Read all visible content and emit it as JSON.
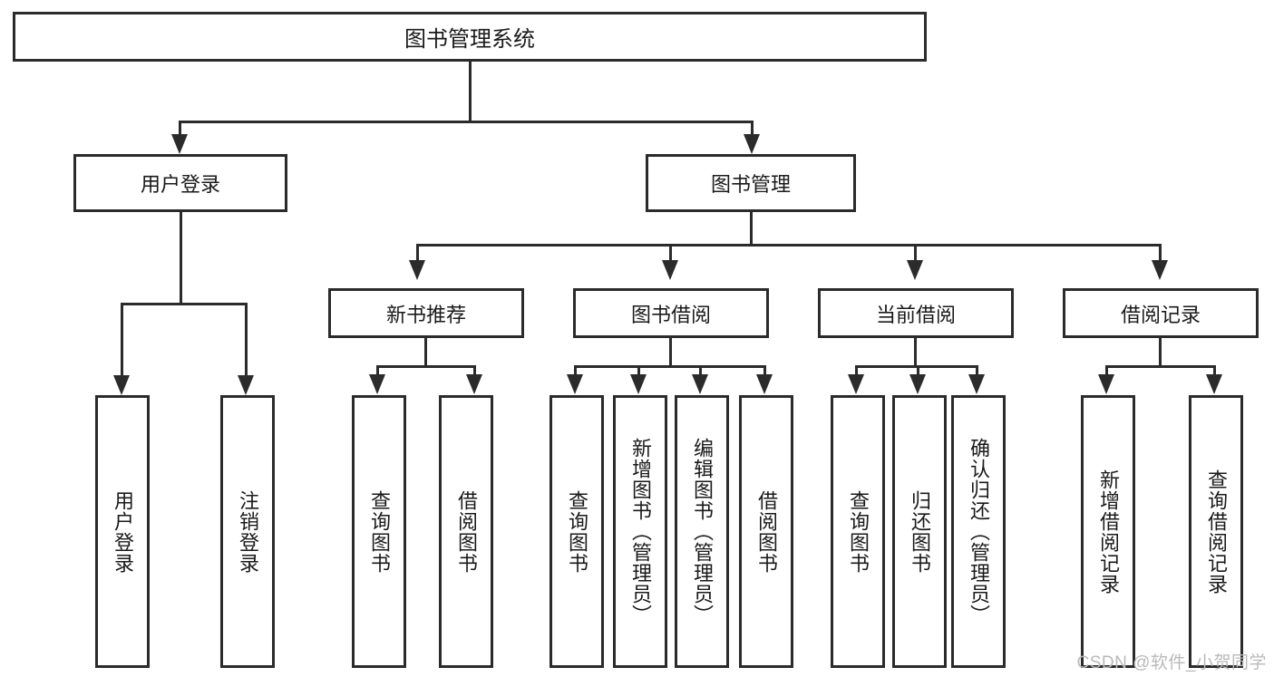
{
  "diagram": {
    "type": "tree-hierarchy",
    "root": {
      "label": "图书管理系统"
    },
    "level1": [
      {
        "label": "用户登录"
      },
      {
        "label": "图书管理"
      }
    ],
    "level2": [
      {
        "label": "新书推荐"
      },
      {
        "label": "图书借阅"
      },
      {
        "label": "当前借阅"
      },
      {
        "label": "借阅记录"
      }
    ],
    "leaves": {
      "user_login": [
        {
          "label": "用户登录"
        },
        {
          "label": "注销登录"
        }
      ],
      "new_book_recommend": [
        {
          "label": "查询图书"
        },
        {
          "label": "借阅图书"
        }
      ],
      "book_borrow": [
        {
          "label": "查询图书"
        },
        {
          "label": "新增图书（管理员）"
        },
        {
          "label": "编辑图书（管理员）"
        },
        {
          "label": "借阅图书"
        }
      ],
      "current_borrow": [
        {
          "label": "查询图书"
        },
        {
          "label": "归还图书"
        },
        {
          "label": "确认归还（管理员）"
        }
      ],
      "borrow_record": [
        {
          "label": "新增借阅记录"
        },
        {
          "label": "查询借阅记录"
        }
      ]
    }
  },
  "watermark": {
    "text": "CSDN @软件_小贺同学"
  },
  "colors": {
    "stroke": "#2b2b2b",
    "text": "#1a1a1a",
    "background": "#ffffff",
    "watermark": "#b9b9b9"
  }
}
